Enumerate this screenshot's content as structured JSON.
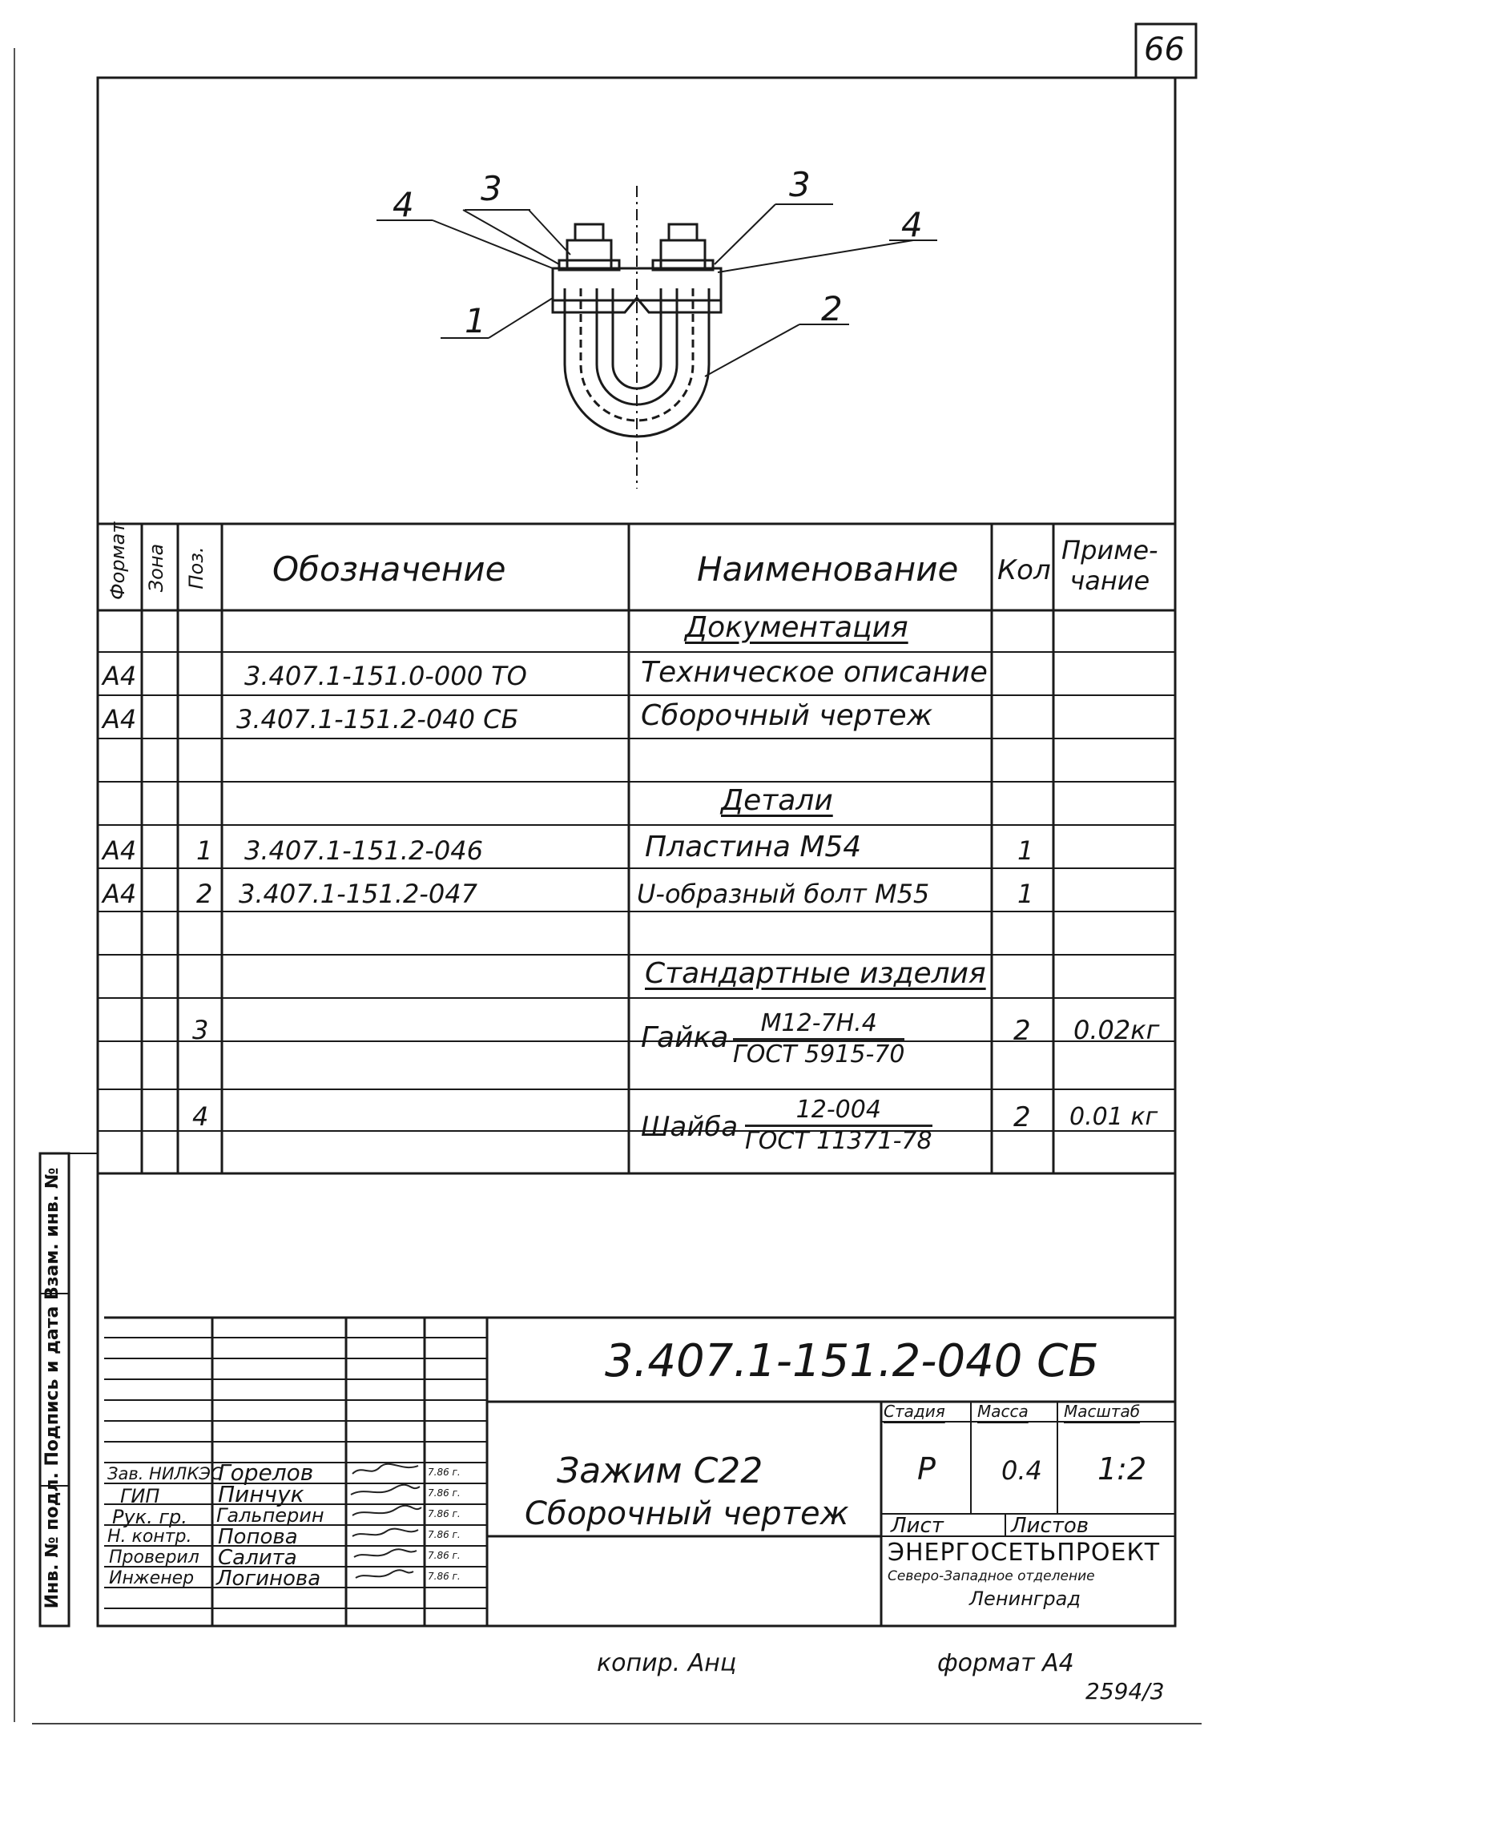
{
  "sheet_number": "66",
  "drawing": {
    "callouts": [
      "3",
      "3",
      "4",
      "4",
      "1",
      "2"
    ]
  },
  "spec_header": {
    "format": "Формат",
    "zone": "Зона",
    "pos": "Поз.",
    "designation": "Обозначение",
    "name": "Наименование",
    "qty": "Кол",
    "note": "Приме-\nчание"
  },
  "sections": {
    "documentation": "Документация",
    "details": "Детали",
    "standard": "Стандартные изделия"
  },
  "rows": [
    {
      "format": "А4",
      "pos": "",
      "designation": "3.407.1-151.0-000 ТО",
      "name": "Техническое описание",
      "qty": "",
      "note": ""
    },
    {
      "format": "А4",
      "pos": "",
      "designation": "3.407.1-151.2-040 СБ",
      "name": "Сборочный чертеж",
      "qty": "",
      "note": ""
    },
    {
      "format": "А4",
      "pos": "1",
      "designation": "3.407.1-151.2-046",
      "name": "Пластина  М54",
      "qty": "1",
      "note": ""
    },
    {
      "format": "А4",
      "pos": "2",
      "designation": "3.407.1-151.2-047",
      "name": "U-образный болт М55",
      "qty": "1",
      "note": ""
    },
    {
      "format": "",
      "pos": "3",
      "designation": "",
      "name": "Гайка",
      "name_num": "М12-7Н.4",
      "name_den": "ГОСТ 5915-70",
      "qty": "2",
      "note": "0.02кг"
    },
    {
      "format": "",
      "pos": "4",
      "designation": "",
      "name": "Шайба",
      "name_num": "12-004",
      "name_den": "ГОСТ 11371-78",
      "qty": "2",
      "note": "0.01 кг"
    }
  ],
  "side_stamp": "Инв. № подл.  Подпись и дата  Взам. инв. №",
  "title_block": {
    "doc_code": "3.407.1-151.2-040 СБ",
    "title_line1": "Зажим С22",
    "title_line2": "Сборочный чертеж",
    "stage_label": "Стадия",
    "mass_label": "Масса",
    "scale_label": "Масштаб",
    "stage": "Р",
    "mass": "0.4",
    "scale": "1:2",
    "sheet_label": "Лист",
    "sheets_label": "Листов",
    "org_line1": "ЭНЕРГОСЕТЬПРОЕКТ",
    "org_line2": "Северо-Западное отделение",
    "org_line3": "Ленинград",
    "signers": [
      {
        "role": "Зав. НИЛКЭС",
        "name": "Горелов",
        "date": "7.86 г."
      },
      {
        "role": "ГИП",
        "name": "Пинчук",
        "date": "7.86 г."
      },
      {
        "role": "Рук. гр.",
        "name": "Гальперин",
        "date": "7.86 г."
      },
      {
        "role": "Н. контр.",
        "name": "Попова",
        "date": "7.86 г."
      },
      {
        "role": "Проверил",
        "name": "Салита",
        "date": "7.86 г."
      },
      {
        "role": "Инженер",
        "name": "Логинова",
        "date": "7.86 г."
      }
    ]
  },
  "footer": {
    "copied": "копир. Анц",
    "format": "формат А4",
    "archive": "2594/3"
  }
}
